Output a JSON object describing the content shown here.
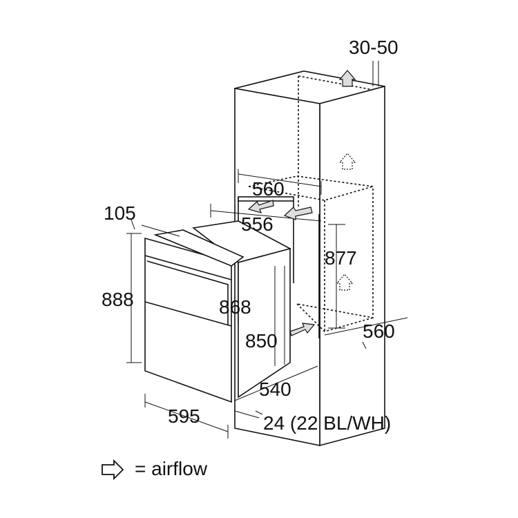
{
  "dimensions": {
    "top_gap": "30-50",
    "niche_width_top": "560",
    "niche_width_inner": "556",
    "oven_top_depth": "105",
    "niche_height": "877",
    "oven_height": "888",
    "oven_body_height": "868",
    "oven_side_height": "850",
    "niche_depth": "560",
    "oven_depth": "540",
    "oven_width": "595",
    "front_gap": "24 (22 BL/WH)"
  },
  "legend": {
    "icon": "airflow-arrow-icon",
    "label": "= airflow"
  }
}
